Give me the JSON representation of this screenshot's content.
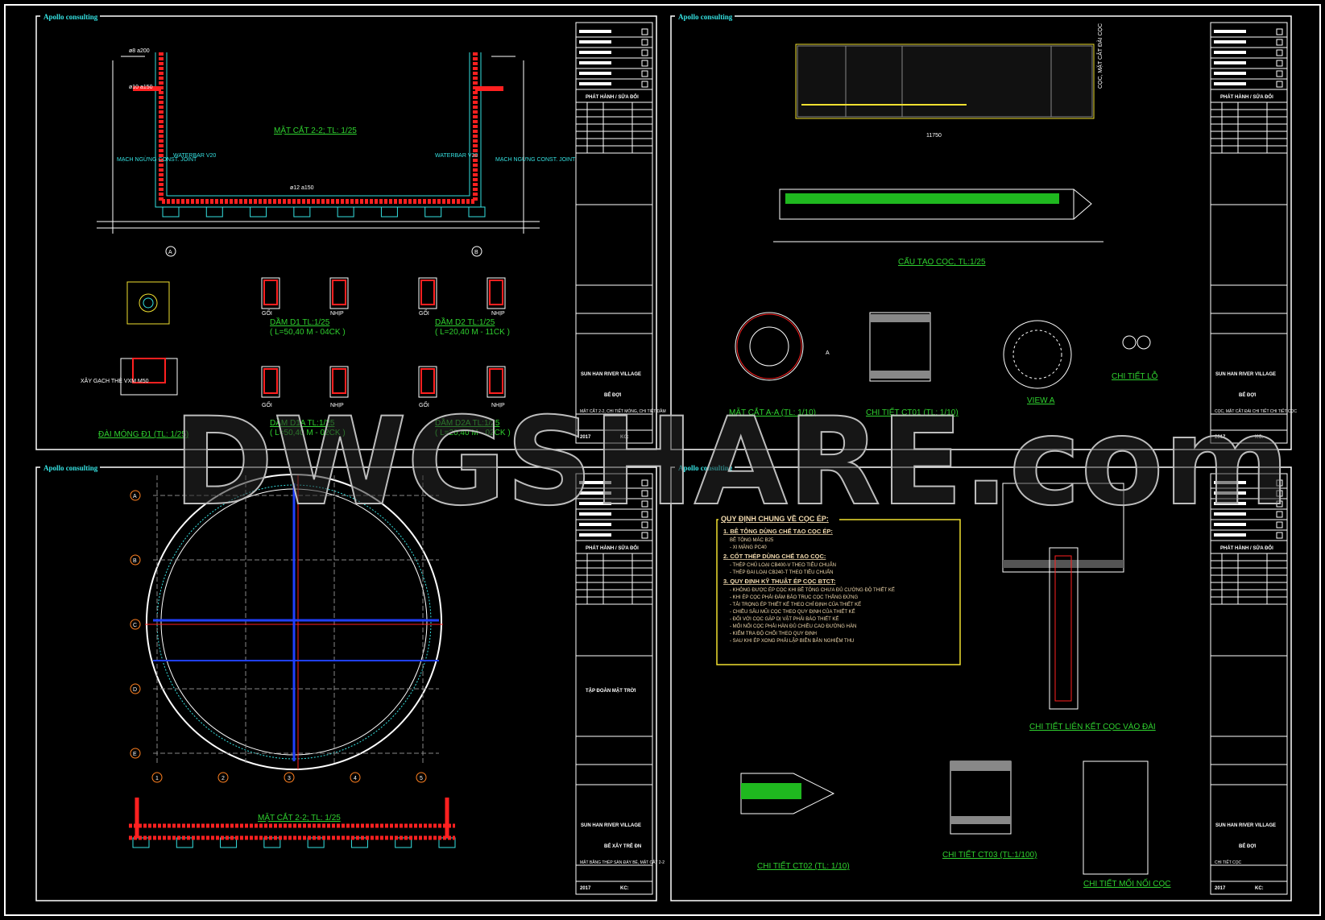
{
  "brand": "Apollo consulting",
  "watermark": "DWGSHARE.com",
  "colors": {
    "background": "#000000",
    "rebar": "#ff2020",
    "concrete_outline": "#35e0e0",
    "labels": "#2fd12f",
    "frame": "#ffffff",
    "notes_border": "#f0e030"
  },
  "title_block": {
    "revision_header": "PHÁT HÀNH / SỬA ĐỔI",
    "project": "SUN HAN RIVER VILLAGE",
    "year": "2017",
    "sheet_prefix": "KC:",
    "owner": "TẬP ĐOÀN MẶT TRỜI"
  },
  "sheets": [
    {
      "item": "BỂ ĐỢI",
      "sheet_title": "MẶT CẮT 2-2, CHI TIẾT MÓNG, CHI TIẾT DẦM",
      "labels": {
        "section": "MẶT CẮT 2-2; TL: 1/25",
        "waterbar": "WATERBAR V20",
        "joint": "MẠCH NGỪNG CONST. JOINT",
        "foundation": "ĐÀI MÓNG Đ1 (TL: 1/25)",
        "brick": "XÂY GẠCH THẺ VXM M50",
        "d1": "DẦM D1 TL:1/25",
        "d1_len": "( L=50,40 M - 04CK )",
        "d2": "DẦM D2 TL:1/25",
        "d2_len": "( L=20,40 M - 11CK )",
        "d1a": "DẦM D1A TL:1/25",
        "d1a_len": "( L=50,40 M - 02CK )",
        "d2a": "DẦM D2A TL:1/25",
        "d2a_len": "( L=20,40 M - 02CK )",
        "support": "GỐI",
        "span": "NHỊP",
        "axis_a": "A",
        "axis_b": "B",
        "rebar_1": "ø10 a150",
        "rebar_2": "ø8 a200",
        "rebar_3": "ø12 a150"
      }
    },
    {
      "item": "BỂ ĐỢI",
      "sheet_title": "CỌC, MẶT CẮT ĐÀI CHI TIẾT CHI TIẾT CỌC",
      "labels": {
        "pile": "CẤU TẠO CỌC, TL:1/25",
        "section_aa": "MẶT CẮT A-A (TL: 1/10)",
        "ct01": "CHI TIẾT CT01 (TL: 1/10)",
        "view_a": "VIEW A",
        "hole": "CHI TIẾT LỖ",
        "pile_section": "CỌC, MẶT CẮT ĐÀI CỌC",
        "length": "11750",
        "arrow_a": "A"
      }
    },
    {
      "item": "BỂ XÂY TRÊ ĐN",
      "sheet_title": "MẶT BẰNG THÉP SÀN ĐÁY BỂ, MẶT CẮT 2-2",
      "labels": {
        "section": "MẶT CẮT 2-2; TL: 1/25",
        "axes_h": [
          "1",
          "2",
          "3",
          "4",
          "5"
        ],
        "axes_v": [
          "A",
          "B",
          "C",
          "D",
          "E"
        ]
      }
    },
    {
      "item": "BỂ ĐỢI",
      "sheet_title": "CHI TIẾT CỌC",
      "labels": {
        "notes_title": "QUY ĐỊNH CHUNG VỀ CỌC ÉP:",
        "notes": [
          {
            "heading": "1. BÊ TÔNG DÙNG CHẾ TẠO CỌC ÉP:",
            "lines": [
              "BÊ TÔNG MÁC B25",
              "- XI MĂNG PC40"
            ]
          },
          {
            "heading": "2. CỐT THÉP DÙNG CHẾ TẠO CỌC:",
            "lines": [
              "- THÉP CHỦ LOẠI CB400-V THEO TIÊU CHUẨN",
              "- THÉP ĐAI LOẠI CB240-T THEO TIÊU CHUẨN"
            ]
          },
          {
            "heading": "3. QUY ĐỊNH KỸ THUẬT ÉP CỌC BTCT:",
            "lines": [
              "- KHÔNG ĐƯỢC ÉP CỌC KHI BÊ TÔNG CHƯA ĐỦ CƯỜNG ĐỘ THIẾT KẾ",
              "- KHI ÉP CỌC PHẢI ĐẢM BẢO TRỤC CỌC THẲNG ĐỨNG",
              "- TẢI TRỌNG ÉP THIẾT KẾ THEO CHỈ ĐỊNH CỦA THIẾT KẾ",
              "- CHIỀU SÂU MŨI CỌC THEO QUY ĐỊNH CỦA THIẾT KẾ",
              "- ĐỐI VỚI CỌC GẶP DỊ VẬT PHẢI BÁO THIẾT KẾ",
              "- MỐI NỐI CỌC PHẢI HÀN ĐỦ CHIỀU CAO ĐƯỜNG HÀN",
              "- KIỂM TRA ĐỘ CHỐI THEO QUY ĐỊNH",
              "- SAU KHI ÉP XONG PHẢI LẬP BIÊN BẢN NGHIỆM THU"
            ]
          }
        ],
        "pile_cap": "CHI TIẾT LIÊN KẾT CỌC VÀO ĐÀI",
        "ct02": "CHI TIẾT CT02 (TL: 1/10)",
        "ct03": "CHI TIẾT CT03 (TL:1/100)",
        "splice": "CHI TIẾT MỐI NỐI CỌC"
      }
    }
  ]
}
